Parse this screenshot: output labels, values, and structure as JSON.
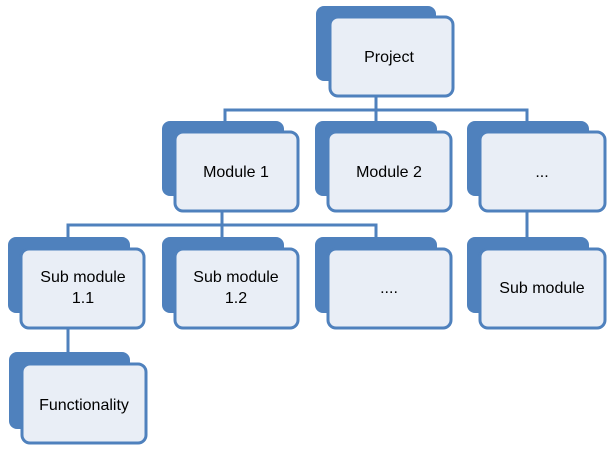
{
  "colors": {
    "shadow": "#4f81bd",
    "box_fill": "#e9eef6",
    "box_border": "#4f81bd",
    "connector": "#4f81bd",
    "text": "#000000"
  },
  "nodes": {
    "project": {
      "label": "Project"
    },
    "module_1": {
      "label": "Module 1"
    },
    "module_2": {
      "label": "Module 2"
    },
    "module_more": {
      "label": "..."
    },
    "sub_module_1_1": {
      "label_line1": "Sub module",
      "label_line2": "1.1"
    },
    "sub_module_1_2": {
      "label_line1": "Sub module",
      "label_line2": "1.2"
    },
    "sub_module_more": {
      "label": "...."
    },
    "sub_module": {
      "label": "Sub module"
    },
    "functionality": {
      "label": "Functionality"
    }
  }
}
